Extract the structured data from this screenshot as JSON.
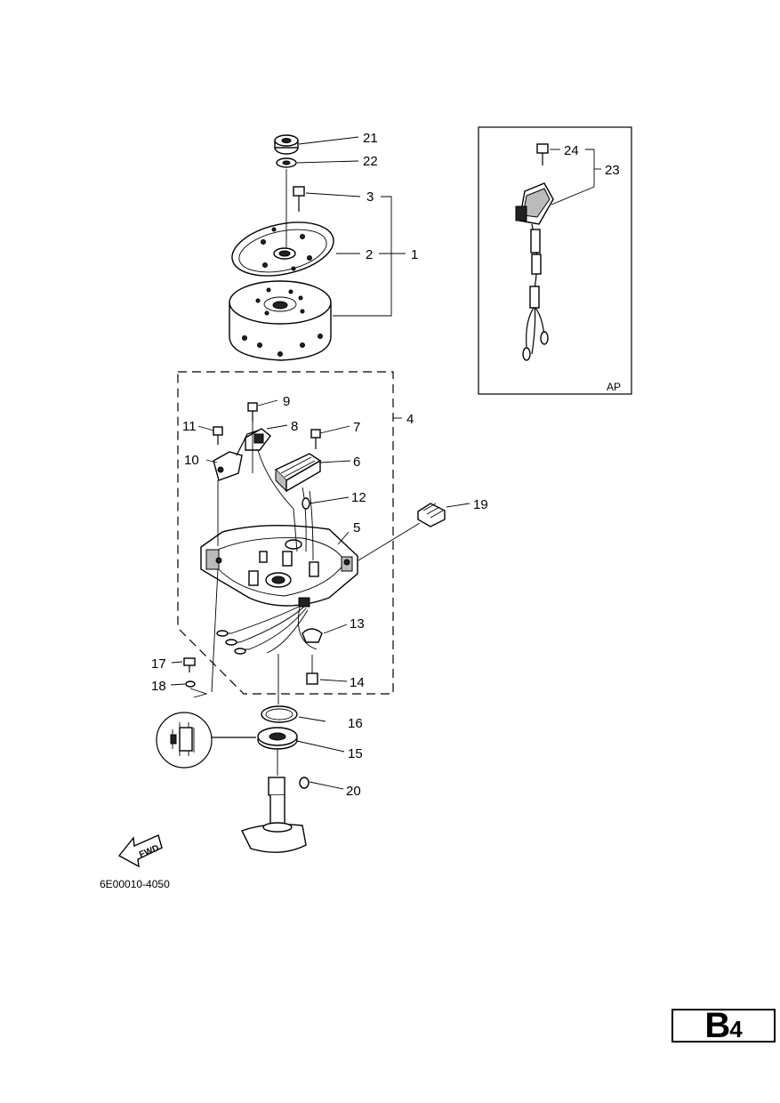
{
  "callouts": {
    "c1": "1",
    "c2": "2",
    "c3": "3",
    "c4": "4",
    "c5": "5",
    "c6": "6",
    "c7": "7",
    "c8": "8",
    "c9": "9",
    "c10": "10",
    "c11": "11",
    "c12": "12",
    "c13": "13",
    "c14": "14",
    "c15": "15",
    "c16": "16",
    "c17": "17",
    "c18": "18",
    "c19": "19",
    "c20": "20",
    "c21": "21",
    "c22": "22",
    "c23": "23",
    "c24": "24"
  },
  "inset_label": "AP",
  "direction_label": "FWD",
  "figure_code": "6E00010-4050",
  "page_id": {
    "letter": "B",
    "number": "4"
  }
}
